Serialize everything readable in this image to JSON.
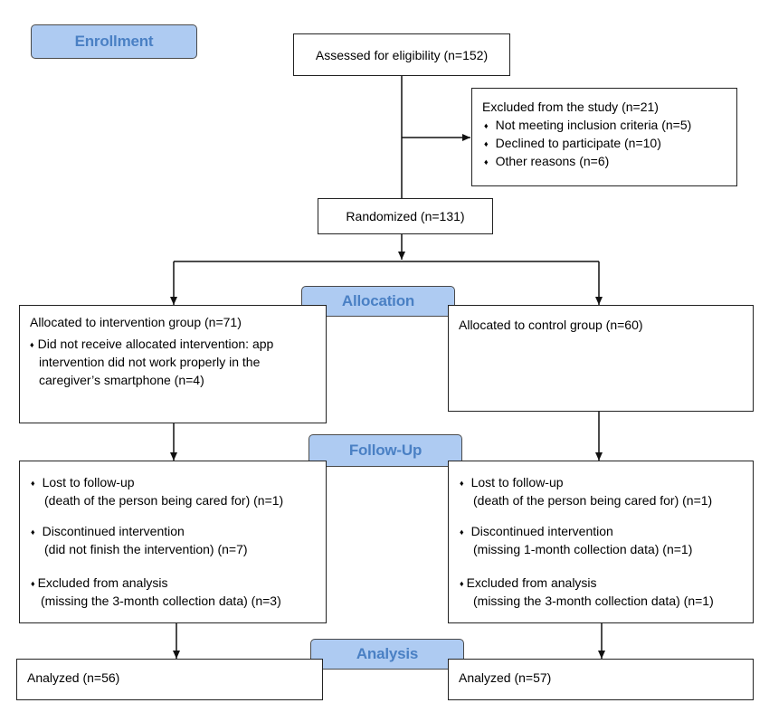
{
  "stages": {
    "enrollment": "Enrollment",
    "allocation": "Allocation",
    "follow_up": "Follow-Up",
    "analysis": "Analysis"
  },
  "boxes": {
    "assessed": "Assessed for eligibility (n=152)",
    "excluded": {
      "title": "Excluded from the study (n=21)",
      "items": [
        "Not meeting inclusion criteria (n=5)",
        "Declined to participate (n=10)",
        "Other reasons (n=6)"
      ]
    },
    "randomized": "Randomized (n=131)",
    "alloc_intervention": {
      "title": "Allocated to intervention group (n=71)",
      "item_lines": [
        "Did not receive allocated intervention: app",
        "intervention did not work properly in the",
        "caregiver’s smartphone (n=4)"
      ]
    },
    "alloc_control": {
      "title": "Allocated to control group (n=60)"
    },
    "followup_intervention": {
      "lost": [
        "Lost to follow-up",
        "(death of the person being cared for) (n=1)"
      ],
      "discontinued": [
        "Discontinued intervention",
        "(did not finish the intervention) (n=7)"
      ],
      "excluded": [
        "Excluded from analysis",
        "(missing the 3-month collection data) (n=3)"
      ]
    },
    "followup_control": {
      "lost": [
        "Lost to follow-up",
        "(death of the person being cared for) (n=1)"
      ],
      "discontinued": [
        "Discontinued intervention",
        "(missing 1-month collection data) (n=1)"
      ],
      "excluded": [
        "Excluded from analysis",
        "(missing the 3-month collection data) (n=1)"
      ]
    },
    "analyzed_intervention": "Analyzed (n=56)",
    "analyzed_control": "Analyzed (n=57)"
  },
  "bullet": "♦"
}
